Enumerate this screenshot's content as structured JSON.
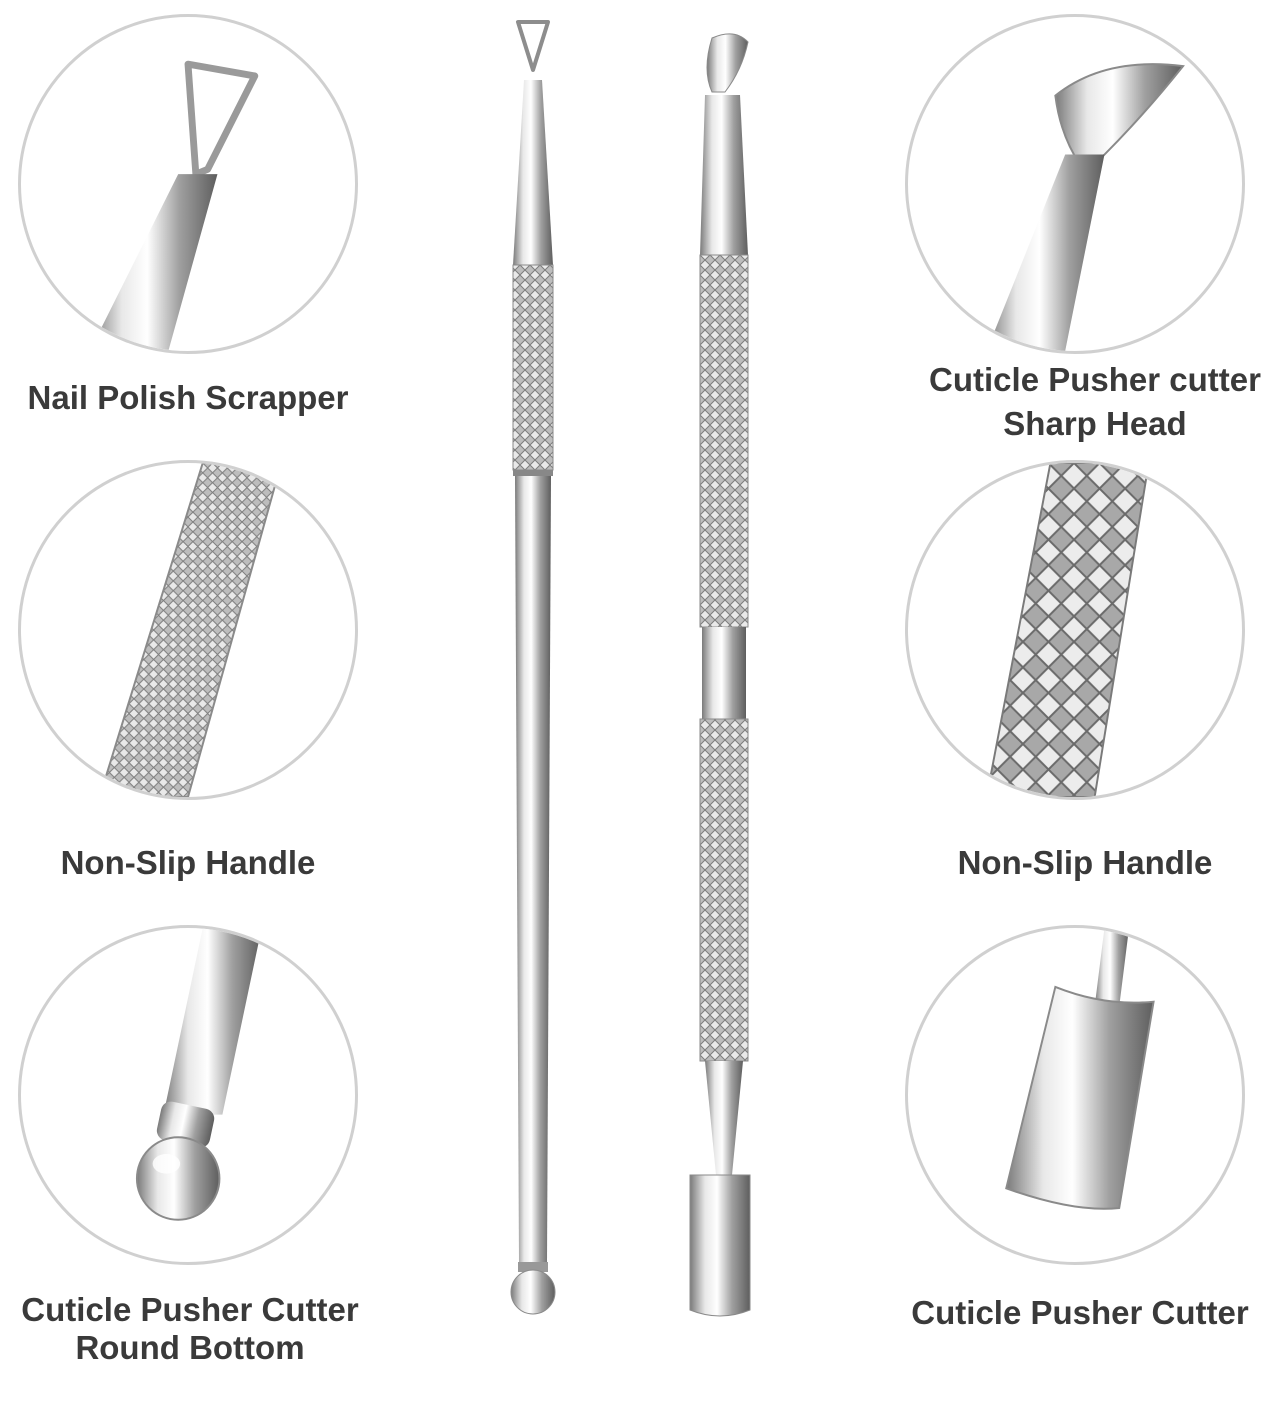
{
  "labels": {
    "top_left": "Nail Polish Scrapper",
    "top_right_line1": "Cuticle Pusher cutter",
    "top_right_line2": "Sharp Head",
    "mid_left": "Non-Slip Handle",
    "mid_right": "Non-Slip Handle",
    "bottom_left_line1": "Cuticle Pusher Cutter",
    "bottom_left_line2": "Round Bottom",
    "bottom_right": "Cuticle Pusher Cutter"
  },
  "colors": {
    "background": "#ffffff",
    "circle_border": "#d0d0d0",
    "label_text": "#3a3a3a",
    "steel_light": "#f2f2f2",
    "steel_mid": "#b8b8b8",
    "steel_dark": "#6e6e6e"
  }
}
